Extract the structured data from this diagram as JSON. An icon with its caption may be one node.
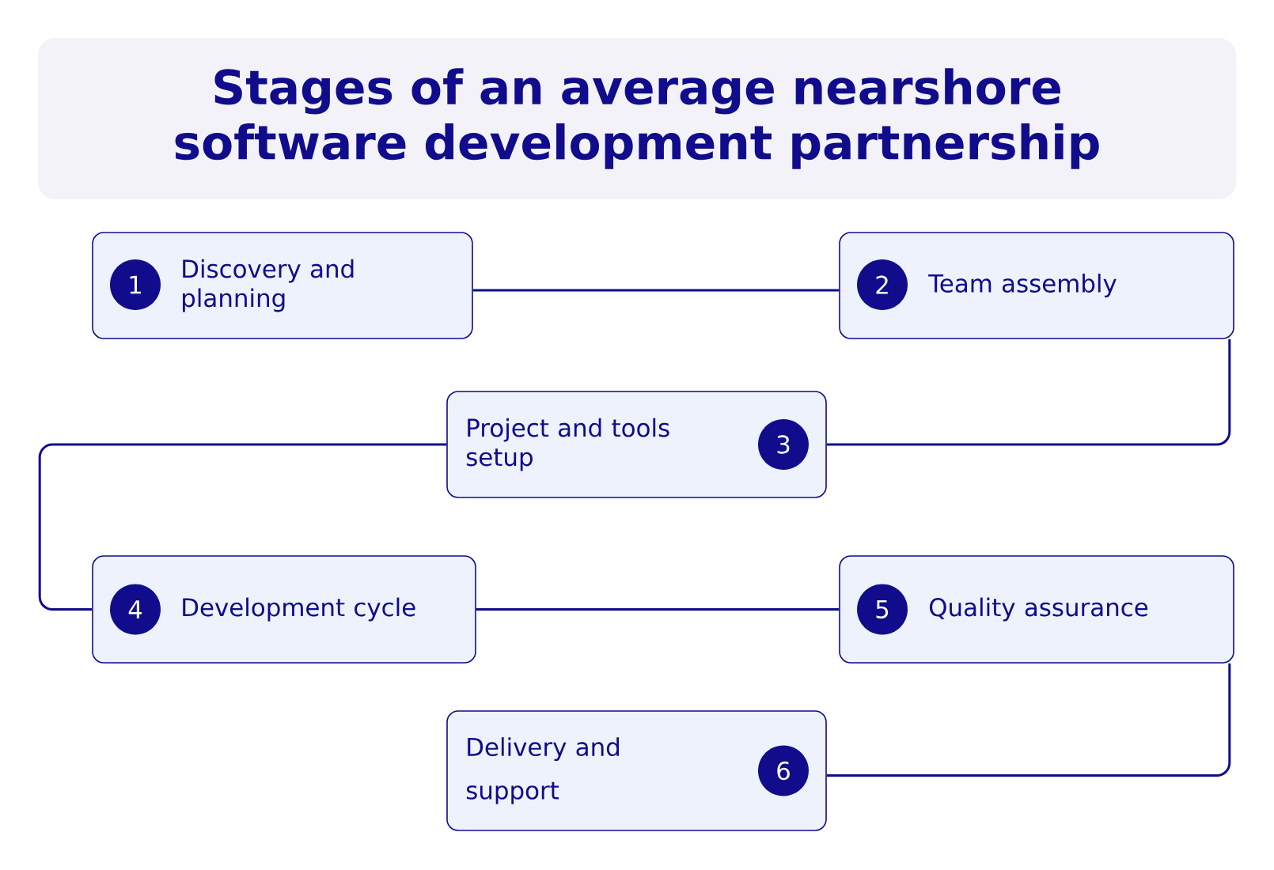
{
  "diagram": {
    "title": "Stages of an average nearshore software development partnership",
    "nodes": [
      {
        "text": [
          "Discovery and planning"
        ]
      },
      {
        "text": [
          "1"
        ],
        "in": 0
      },
      {
        "text": [
          "Team assembly"
        ]
      },
      {
        "text": [
          "2"
        ],
        "in": 2
      },
      {
        "text": [
          "Project and tools setup"
        ]
      },
      {
        "text": [
          "3"
        ],
        "in": 4
      },
      {
        "text": [
          "Development cycle"
        ]
      },
      {
        "text": [
          "4"
        ],
        "in": 6
      },
      {
        "text": [
          "Quality assurance"
        ]
      },
      {
        "text": [
          "5"
        ],
        "in": 8
      },
      {
        "text": [
          "Delivery and support"
        ]
      },
      {
        "text": [
          "6"
        ],
        "in": 10
      }
    ],
    "edges": [
      {
        "from": 0,
        "to": 2,
        "arrow": "none"
      },
      {
        "from": 2,
        "to": 4,
        "arrow": "none"
      },
      {
        "from": 4,
        "to": 6,
        "arrow": "none"
      },
      {
        "from": 6,
        "to": 8,
        "arrow": "none"
      },
      {
        "from": 8,
        "to": 10,
        "arrow": "none"
      }
    ]
  }
}
